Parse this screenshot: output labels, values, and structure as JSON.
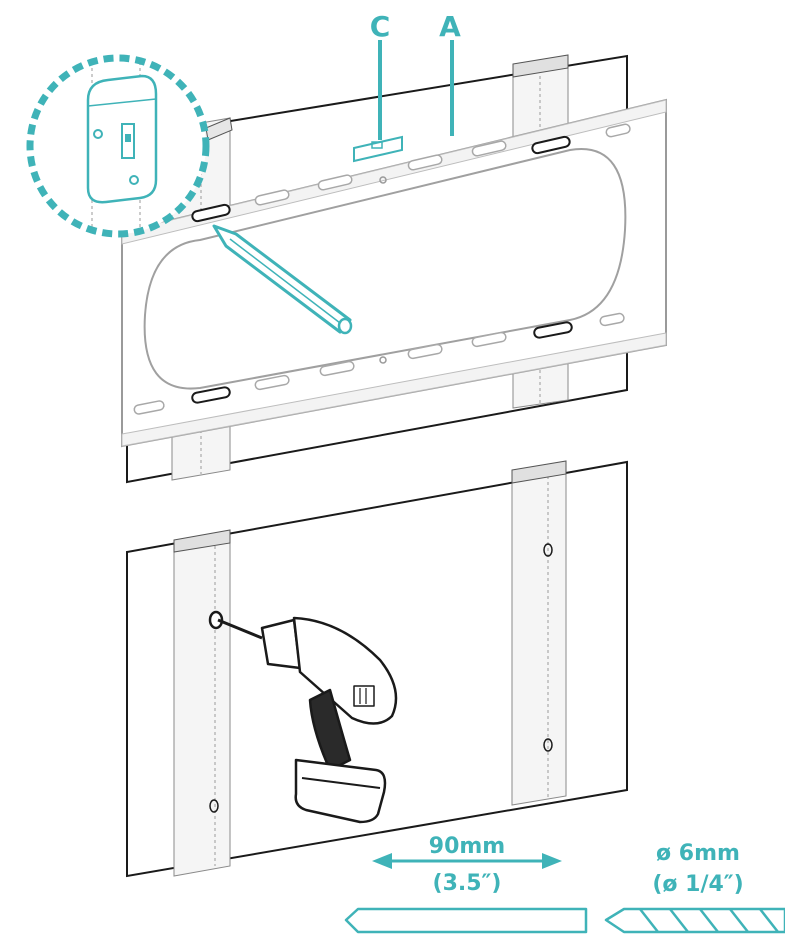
{
  "callouts": {
    "part_c": "C",
    "part_a": "A"
  },
  "measurements": {
    "depth_mm": "90mm",
    "depth_in": "(3.5″)",
    "diameter_mm": "ø 6mm",
    "diameter_in": "(ø 1/4″)"
  },
  "colors": {
    "accent": "#3fb3b8",
    "line": "#1a1a1a",
    "light_line": "#bfbfbf",
    "stud_fill": "#f2f2f2"
  },
  "icons": [
    "wall-plate-bracket-icon",
    "level-icon",
    "pencil-icon",
    "stud-icon",
    "power-drill-icon",
    "drill-bit-icon",
    "magnifier-detail-icon",
    "double-arrow-icon"
  ]
}
